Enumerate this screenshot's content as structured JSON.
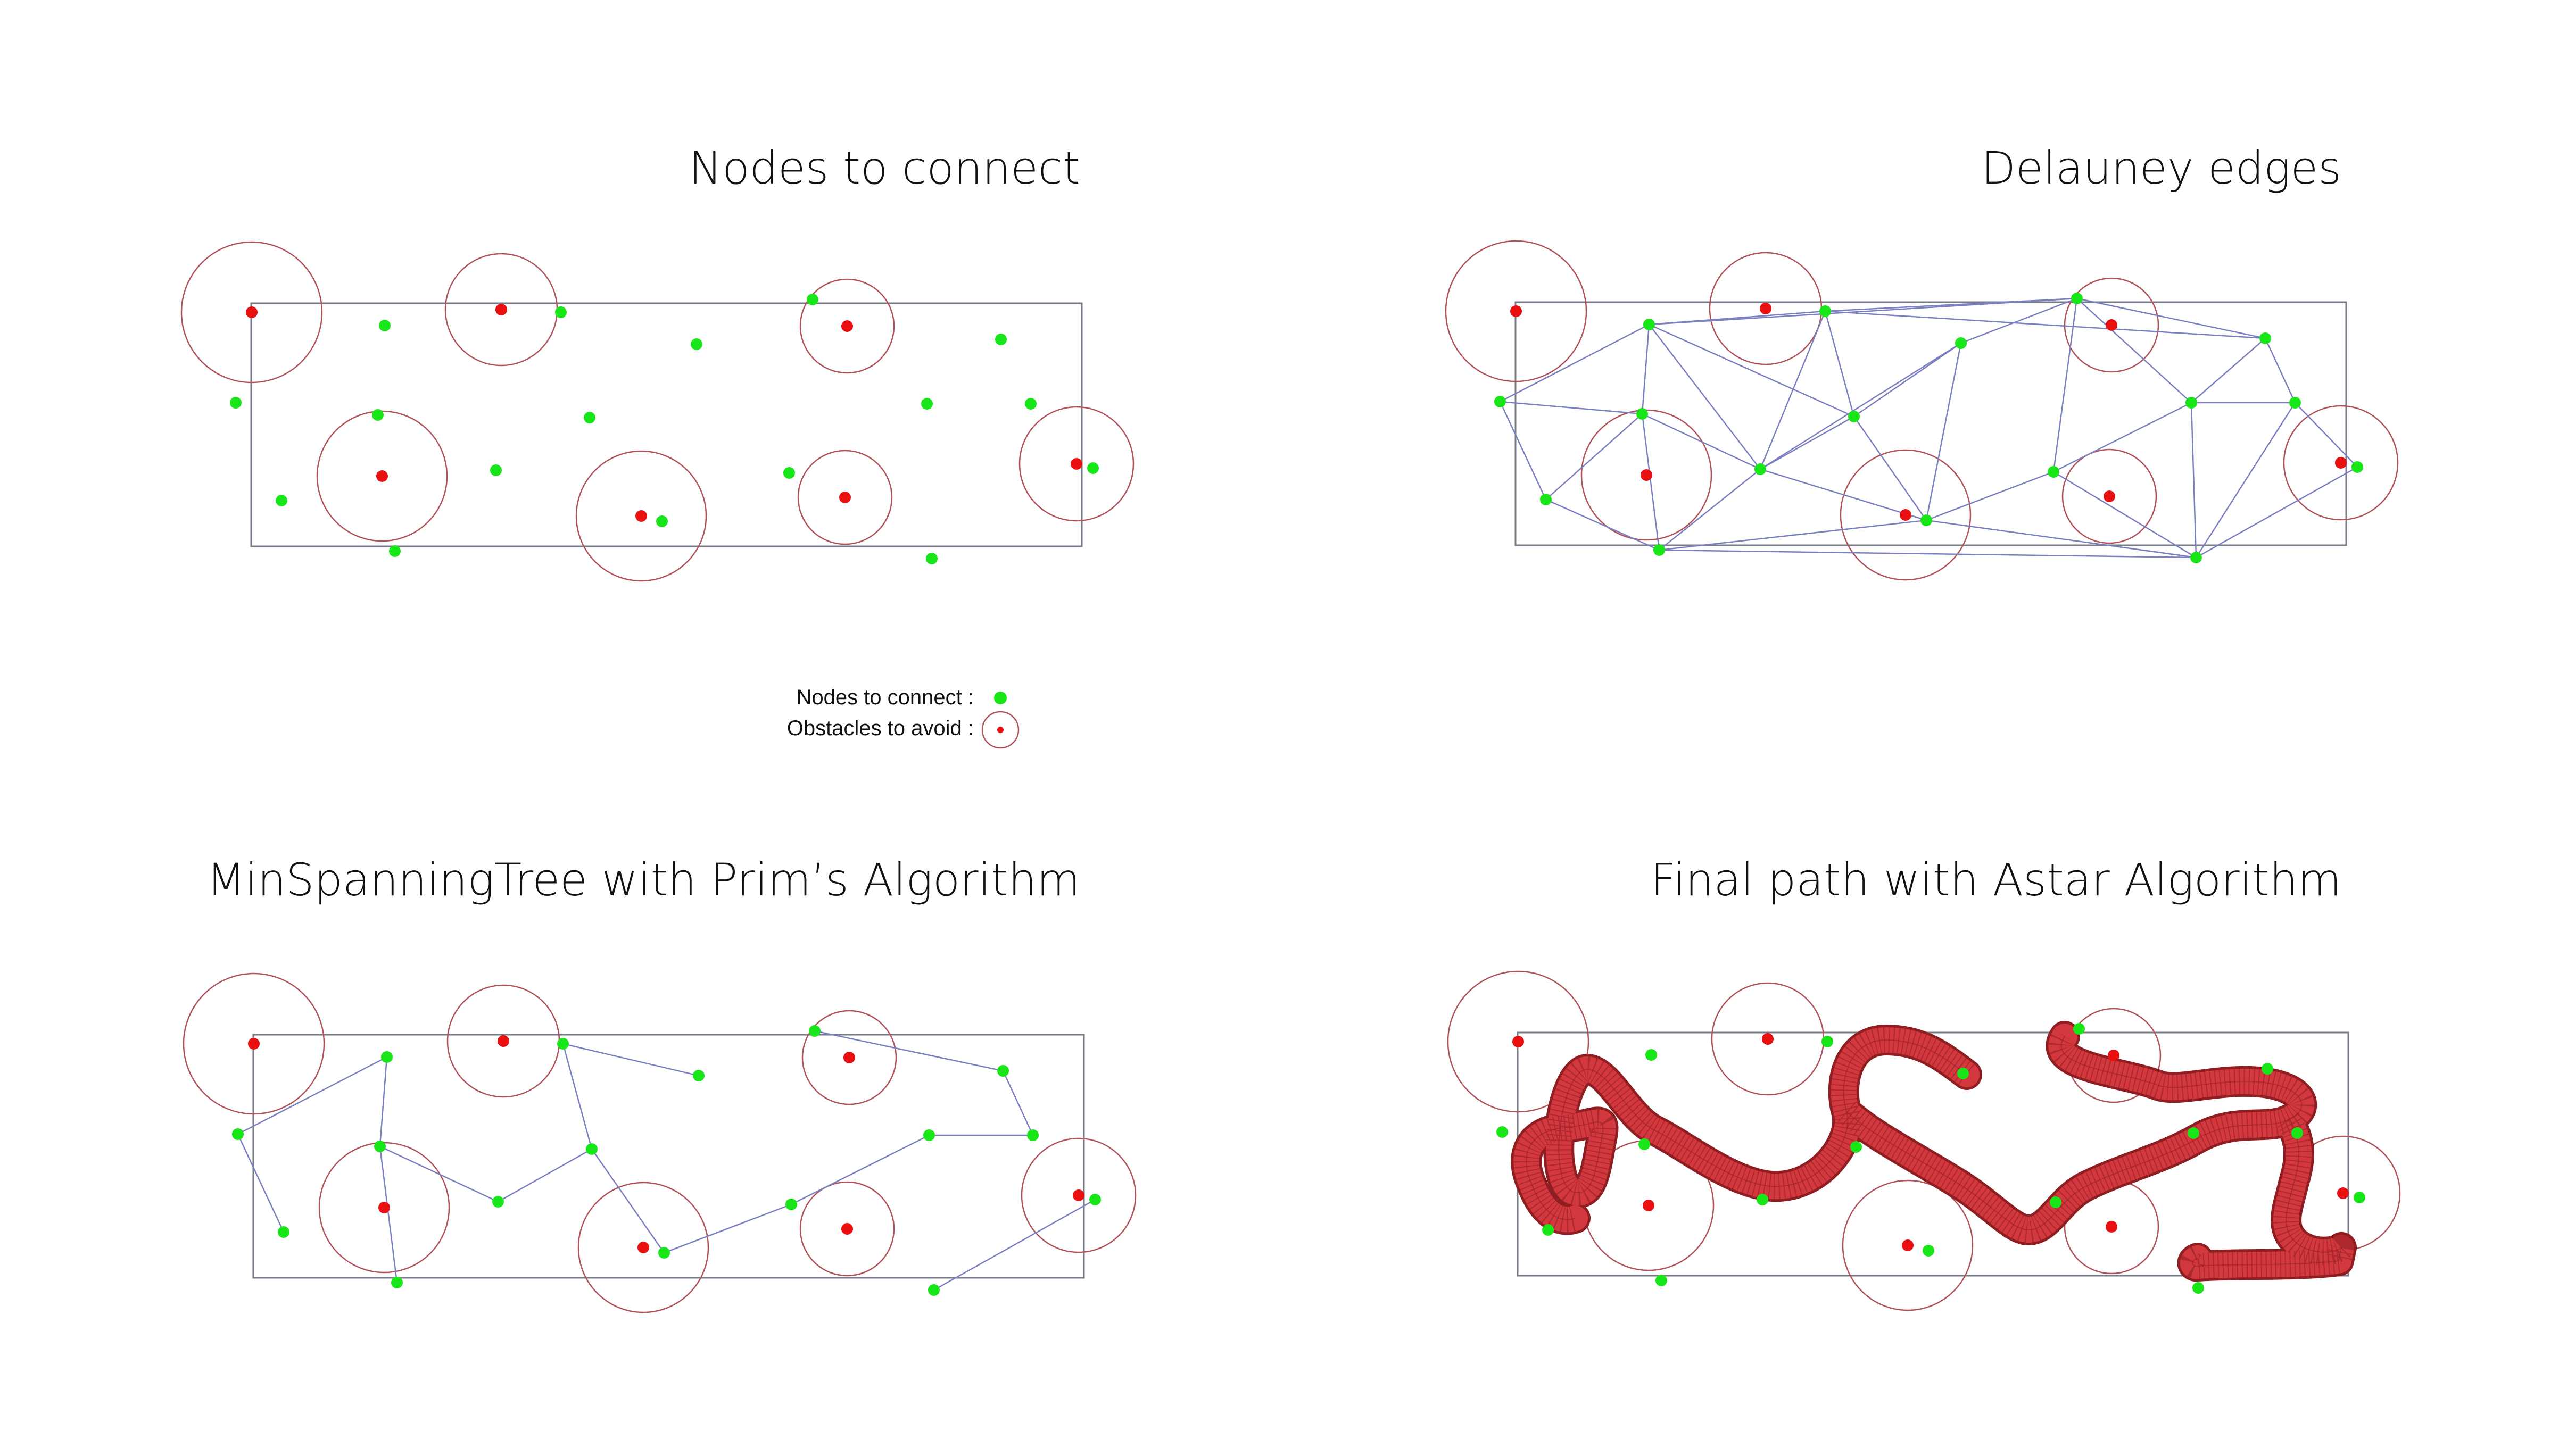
{
  "panels": [
    {
      "id": "nodes",
      "title": "Nodes to connect"
    },
    {
      "id": "delaunay",
      "title": "Delauney edges"
    },
    {
      "id": "mst",
      "title": "MinSpanningTree with Prim’s Algorithm"
    },
    {
      "id": "astar",
      "title": "Final path with Astar Algorithm"
    }
  ],
  "legend": {
    "nodes_label": "Nodes to connect :",
    "obstacles_label": "Obstacles to avoid :"
  },
  "colors": {
    "node": "#19e619",
    "obstacle_dot": "#e81010",
    "obstacle_ring": "#b0525a",
    "edge": "#7a7fbf",
    "frame": "#777b87",
    "path_fill": "#d2383d",
    "path_edge": "#8e1e22"
  }
}
